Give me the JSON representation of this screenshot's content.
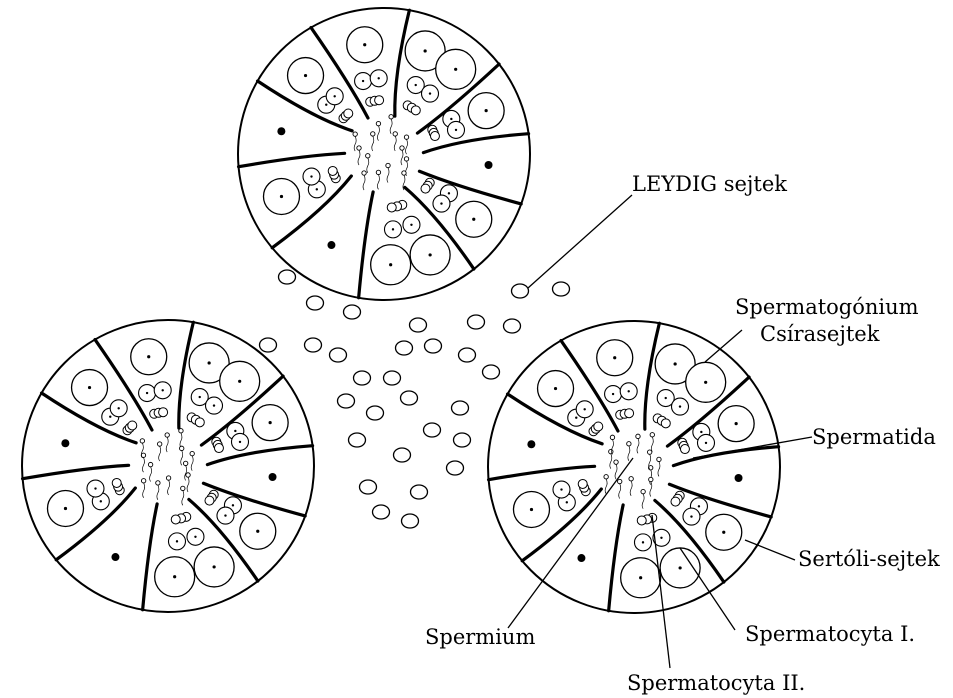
{
  "labels": {
    "leydig": "LEYDIG sejtek",
    "spermatogonium": "Spermatogónium",
    "csirasejtek": "Csírasejtek",
    "spermatida": "Spermatida",
    "sertoli": "Sertóli-sejtek",
    "spermium": "Spermium",
    "spermatocyta1": "Spermatocyta I.",
    "spermatocyta2": "Spermatocyta II."
  },
  "colors": {
    "ink": "#000000",
    "paper": "#ffffff"
  }
}
